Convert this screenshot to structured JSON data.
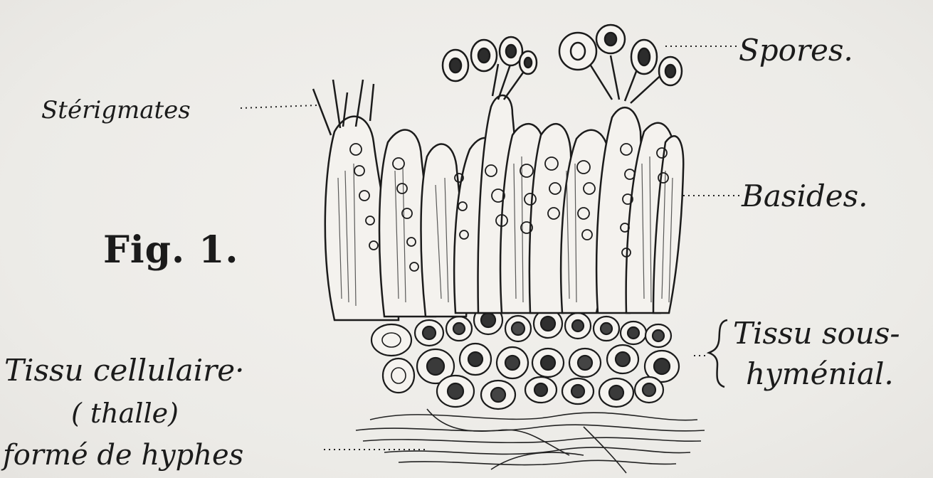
{
  "figure": {
    "title": "Fig. 1.",
    "labels": {
      "spores": "Spores.",
      "sterigmates": "Stérigmates",
      "basides": "Basides.",
      "tissu_sous_hymenial_line1": "Tissu sous-",
      "tissu_sous_hymenial_line2": "hyménial.",
      "tissu_cellulaire_line1": "Tissu cellulaire·",
      "tissu_cellulaire_line2": "( thalle)",
      "tissu_cellulaire_line3": "formé de hyphes"
    },
    "colors": {
      "ink": "#1b1b1b",
      "paper": "#efedea"
    }
  }
}
